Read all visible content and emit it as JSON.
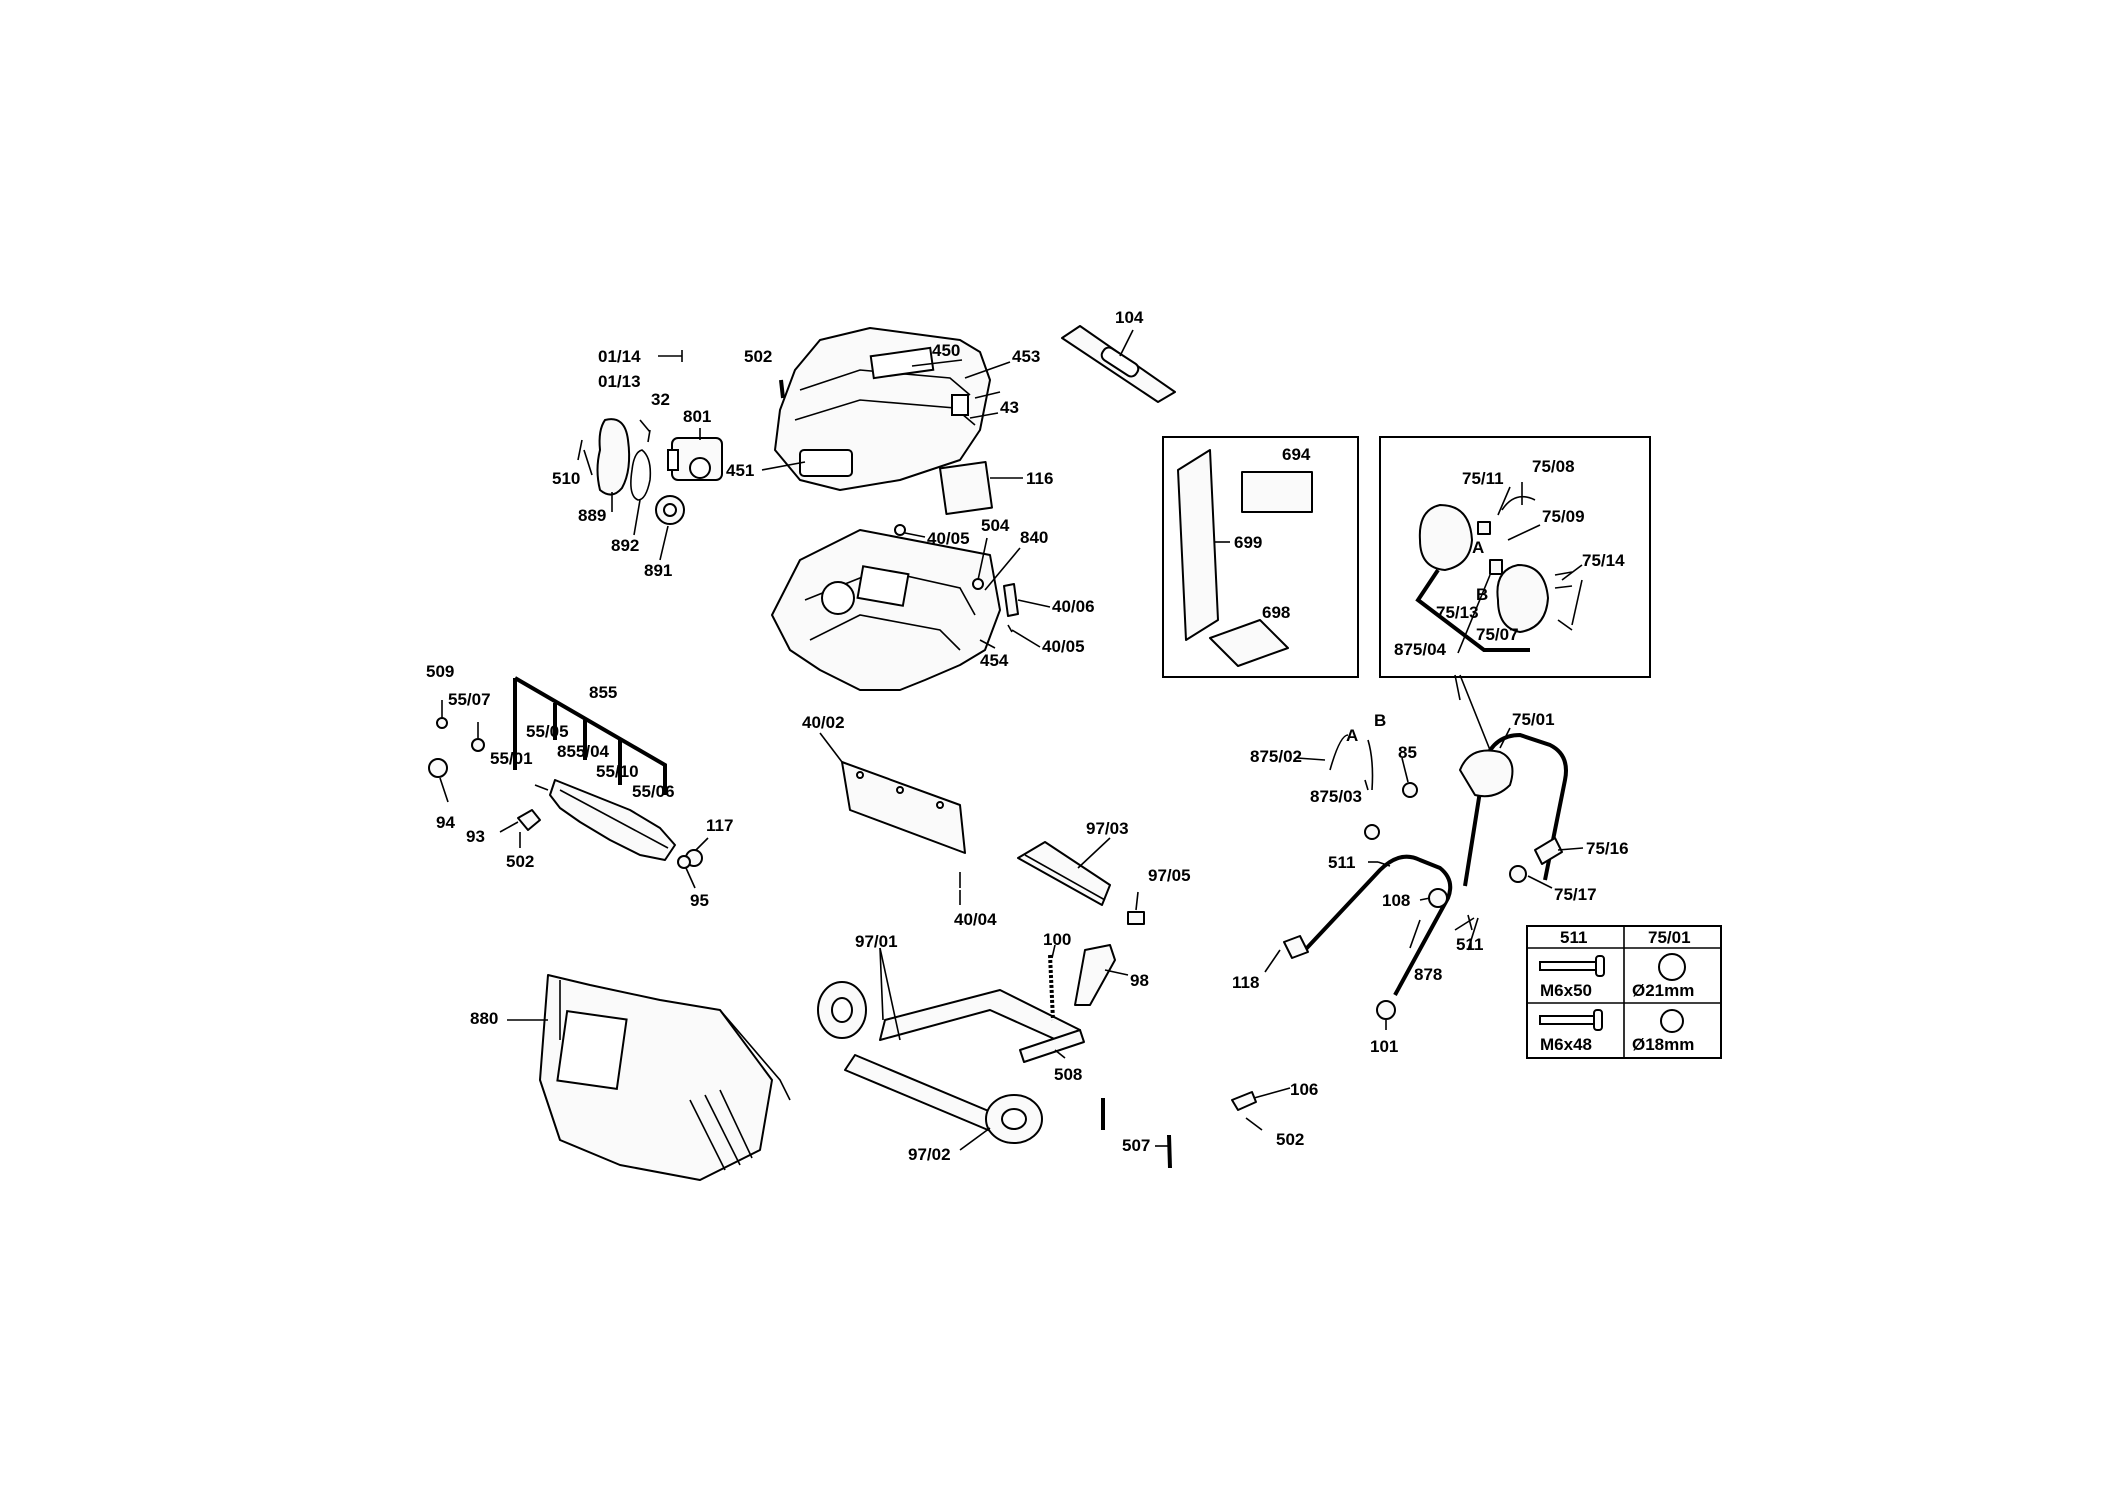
{
  "labels": {
    "l450": "450",
    "l453": "453",
    "l502a": "502",
    "l43": "43",
    "l451": "451",
    "l116": "116",
    "l104": "104",
    "l0114": "01/14",
    "l0113": "01/13",
    "l32": "32",
    "l801": "801",
    "l510": "510",
    "l889": "889",
    "l892": "892",
    "l891": "891",
    "l4005a": "40/05",
    "l504": "504",
    "l840": "840",
    "l4006": "40/06",
    "l4005b": "40/05",
    "l454": "454",
    "l694": "694",
    "l699": "699",
    "l698": "698",
    "l7511": "75/11",
    "l7508": "75/08",
    "l7509": "75/09",
    "l7514": "75/14",
    "l7513": "75/13",
    "l7507": "75/07",
    "l87504": "875/04",
    "lA1": "A",
    "lB1": "B",
    "l509": "509",
    "l5507": "55/07",
    "l855": "855",
    "l5505": "55/05",
    "l85504": "855/04",
    "l5501": "55/01",
    "l5510": "55/10",
    "l5506": "55/06",
    "l94": "94",
    "l93": "93",
    "l502b": "502",
    "l117": "117",
    "l95": "95",
    "l4002": "40/02",
    "l9703": "97/03",
    "l9705": "97/05",
    "l4004": "40/04",
    "l87502": "875/02",
    "lA2": "A",
    "lB2": "B",
    "l87503": "875/03",
    "l85": "85",
    "l7501": "75/01",
    "l511a": "511",
    "l7516": "75/16",
    "l7517": "75/17",
    "l108": "108",
    "l511b": "511",
    "l878": "878",
    "l118": "118",
    "l101": "101",
    "l9701": "97/01",
    "l100": "100",
    "l98": "98",
    "l880": "880",
    "l508": "508",
    "l106": "106",
    "l502c": "502",
    "l507": "507",
    "l9702": "97/02"
  },
  "table": {
    "col1": "511",
    "col2": "75/01",
    "rows": [
      {
        "size": "M6x50",
        "dia": "Ø21mm"
      },
      {
        "size": "M6x48",
        "dia": "Ø18mm"
      }
    ]
  }
}
